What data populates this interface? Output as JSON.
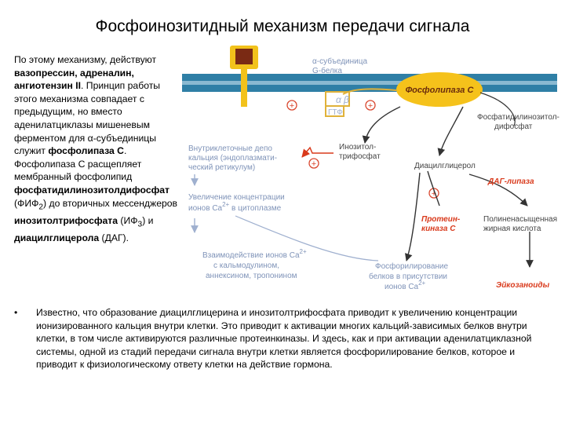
{
  "title": "Фосфоинозитидный механизм передачи сигнала",
  "left_paragraph": {
    "p1": "По этому механизму, действуют ",
    "b1": "вазопрессин, адреналин, ангиотензин II",
    "p2": ". Принцип работы этого механизма совпадает с предыдущим, но вместо аденилатциклазы мишеневым ферментом для α-субъединицы служит ",
    "b2": "фосфолипаза С",
    "p3": ". Фосфолипаза С расщепляет мембранный фосфолипид ",
    "b3": "фосфатидилинозитолдифосфат",
    "p4": " (ФИФ",
    "sub1": "2",
    "p5": ") до вторичных мессенджеров ",
    "b4": "инозитолтрифосфата",
    "p6": " (ИФ",
    "sub2": "3",
    "p7": ") и ",
    "b5": "диацилглицерола",
    "p8": " (ДАГ)."
  },
  "bullet_symbol": "•",
  "bottom_paragraph": "Известно, что образование диацилглицерина и инозитолтрифосфата приводит к увеличению концентрации ионизированного кальция внутри клетки. Это приводит к активации многих кальций-зависимых белков внутри клетки, в том числе активируются различные протеинкиназы. И здесь, как и при активации аденилатциклазной системы, одной из стадий передачи сигнала внутри клетки является фосфорилирование белков, которое и приводит к физиологическому ответу клетки на действие гормона.",
  "diagram": {
    "g_alpha_line1": "α-субъединица",
    "g_alpha_line2": "G-белка",
    "alpha": "α",
    "beta": "β",
    "gtp": "ГТФ",
    "phospholipase": "Фосфолипаза С",
    "pip2_line1": "Фосфатидилинозитол-",
    "pip2_line2": "дифосфат",
    "ip3_line1": "Инозитол-",
    "ip3_line2": "трифосфат",
    "dag": "Диацилглицерол",
    "dag_lipase": "ДАГ-липаза",
    "depot_line1": "Внутриклеточные депо",
    "depot_line2": "кальция (эндоплазмати-",
    "depot_line3": "ческий ретикулум)",
    "ca_increase_line1": "Увеличение концентрации",
    "ca_increase_line2": "ионов Ca",
    "ca_increase_line3": " в цитоплазме",
    "pkc_line1": "Протеин-",
    "pkc_line2": "киназа С",
    "pufa_line1": "Полиненасыщенная",
    "pufa_line2": "жирная кислота",
    "interaction_line1": "Взаимодействие ионов Ca",
    "interaction_line2": "с кальмодулином,",
    "interaction_line3": "аннексином, тропонином",
    "phospho_line1": "Фосфорилирование",
    "phospho_line2": "белков в присутствии",
    "phospho_line3": "ионов Ca",
    "eicosanoids": "Эйкозаноиды",
    "ca_sup": "2+",
    "plus": "+",
    "colors": {
      "membrane": "#2f7fa6",
      "phospholipase_fill": "#f5c21b",
      "receptor": "#f2c21b",
      "hormone": "#7a2a14",
      "arrow": "#333333",
      "red_label": "#d93a1c",
      "blue_text": "#7f93b8",
      "plus_circle": "#d9472f"
    }
  }
}
